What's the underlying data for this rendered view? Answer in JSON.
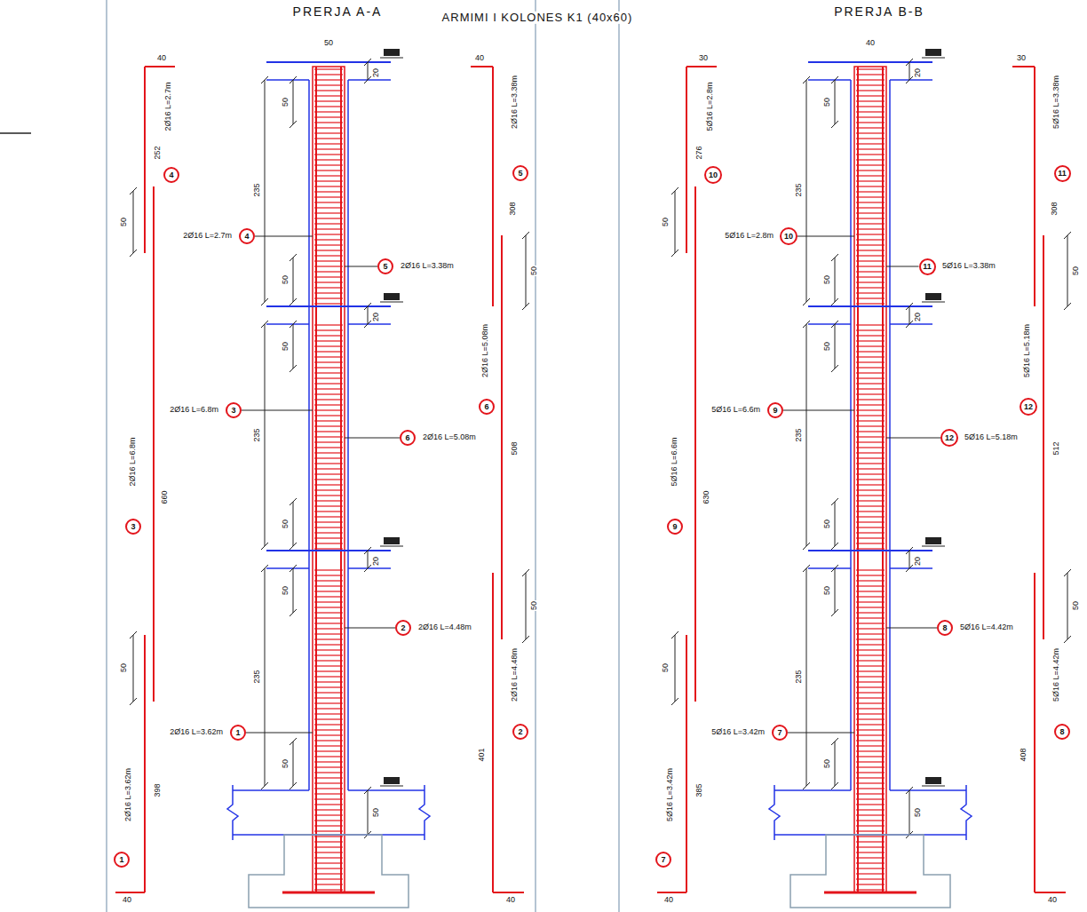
{
  "diagram": {
    "title": "ARMIMI I KOLONES K1 (40x60)",
    "nodes": [
      {
        "text": [
          "4"
        ]
      },
      {
        "text": [
          "4"
        ]
      },
      {
        "text": [
          "5"
        ]
      },
      {
        "text": [
          "5"
        ]
      },
      {
        "text": [
          "6"
        ]
      },
      {
        "text": [
          "3"
        ]
      },
      {
        "text": [
          "6"
        ]
      },
      {
        "text": [
          "3"
        ]
      },
      {
        "text": [
          "2"
        ]
      },
      {
        "text": [
          "2"
        ]
      },
      {
        "text": [
          "1"
        ]
      },
      {
        "text": [
          "1"
        ]
      },
      {
        "text": [
          "10"
        ]
      },
      {
        "text": [
          "10"
        ]
      },
      {
        "text": [
          "11"
        ]
      },
      {
        "text": [
          "11"
        ]
      },
      {
        "text": [
          "12"
        ]
      },
      {
        "text": [
          "9"
        ]
      },
      {
        "text": [
          "12"
        ]
      },
      {
        "text": [
          "9"
        ]
      },
      {
        "text": [
          "8"
        ]
      },
      {
        "text": [
          "8"
        ]
      },
      {
        "text": [
          "7"
        ]
      },
      {
        "text": [
          "7"
        ]
      }
    ],
    "labels": [
      "PRERJA A-A",
      "50",
      "40",
      "2Ø16 L=2.7m",
      "252",
      "50",
      "2Ø16 L=6.8m",
      "660",
      "50",
      "2Ø16 L=3.62m",
      "398",
      "40",
      "40",
      "2Ø16 L=3.38m",
      "308",
      "50",
      "2Ø16 L=5.08m",
      "508",
      "50",
      "2Ø16 L=4.48m",
      "401",
      "40",
      "2Ø16 L=2.7m",
      "2Ø16 L=3.38m",
      "2Ø16 L=6.8m",
      "2Ø16 L=5.08m",
      "2Ø16 L=4.48m",
      "2Ø16 L=3.62m",
      "20",
      "50",
      "235",
      "50",
      "20",
      "50",
      "235",
      "50",
      "20",
      "50",
      "235",
      "50",
      "50",
      "PRERJA B-B",
      "40",
      "30",
      "5Ø16 L=2.8m",
      "276",
      "50",
      "5Ø16 L=6.6m",
      "630",
      "50",
      "5Ø16 L=3.42m",
      "385",
      "40",
      "30",
      "5Ø16 L=3.38m",
      "308",
      "50",
      "5Ø16 L=5.18m",
      "512",
      "50",
      "5Ø16 L=4.42m",
      "408",
      "40",
      "5Ø16 L=2.8m",
      "5Ø16 L=3.38m",
      "5Ø16 L=6.6m",
      "5Ø16 L=5.18m",
      "5Ø16 L=4.42m",
      "5Ø16 L=3.42m",
      "20",
      "50",
      "235",
      "50",
      "20",
      "50",
      "235",
      "50",
      "20",
      "50",
      "235",
      "50",
      "50"
    ]
  }
}
